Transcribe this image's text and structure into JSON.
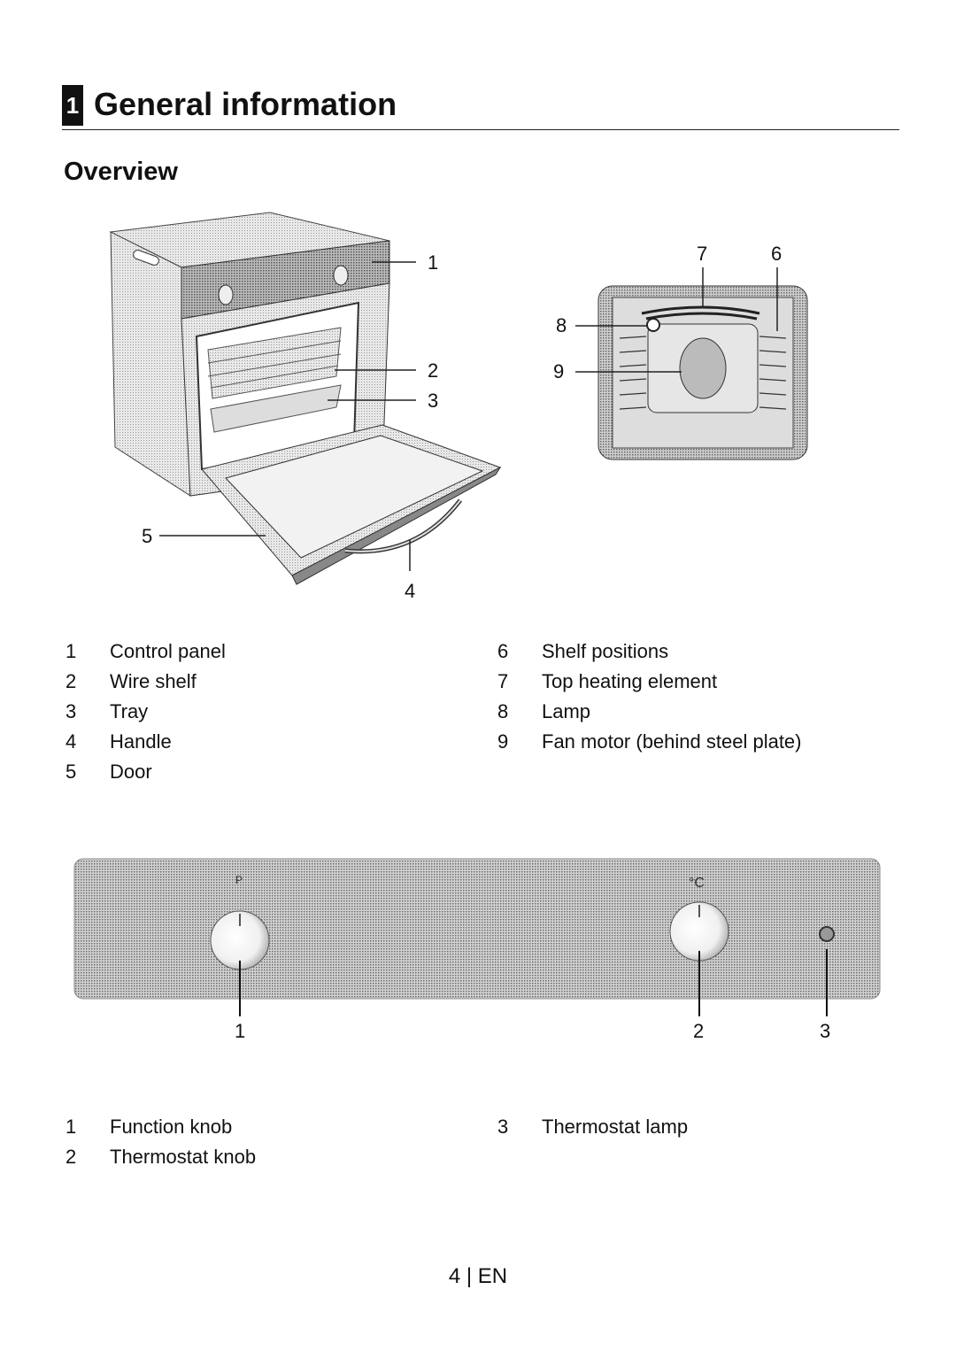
{
  "header": {
    "section_number": "1",
    "section_title": "General information",
    "subheading": "Overview"
  },
  "oven_callouts": [
    "1",
    "2",
    "3",
    "4",
    "5"
  ],
  "interior_callouts": [
    "7",
    "6",
    "8",
    "9"
  ],
  "panel_callouts": [
    "1",
    "2",
    "3"
  ],
  "panel_symbols": {
    "function": "P",
    "thermostat": "°C"
  },
  "overview_legend_left": [
    {
      "num": "1",
      "label": "Control panel"
    },
    {
      "num": "2",
      "label": "Wire shelf"
    },
    {
      "num": "3",
      "label": "Tray"
    },
    {
      "num": "4",
      "label": "Handle"
    },
    {
      "num": "5",
      "label": "Door"
    }
  ],
  "overview_legend_right": [
    {
      "num": "6",
      "label": "Shelf positions"
    },
    {
      "num": "7",
      "label": "Top heating element"
    },
    {
      "num": "8",
      "label": "Lamp"
    },
    {
      "num": "9",
      "label": "Fan motor (behind steel plate)"
    }
  ],
  "panel_legend_left": [
    {
      "num": "1",
      "label": "Function knob"
    },
    {
      "num": "2",
      "label": "Thermostat knob"
    }
  ],
  "panel_legend_right": [
    {
      "num": "3",
      "label": "Thermostat lamp"
    }
  ],
  "footer": {
    "page": "4 | EN"
  }
}
